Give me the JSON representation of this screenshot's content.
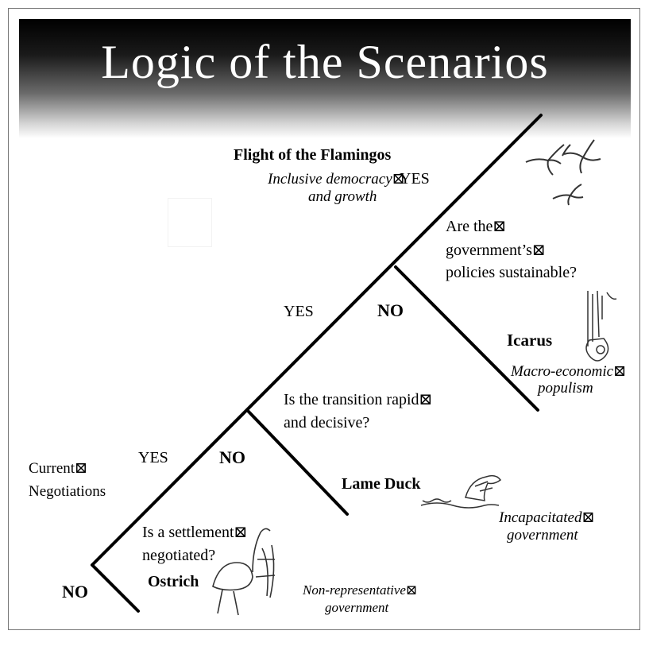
{
  "title": "Logic of the Scenarios",
  "scenarios": {
    "flamingos": {
      "name": "Flight of the Flamingos",
      "desc_line1": "Inclusive democracy⊠",
      "desc_line2": "and growth"
    },
    "icarus": {
      "name": "Icarus",
      "desc_line1": "Macro-economic⊠",
      "desc_line2": "populism"
    },
    "lame_duck": {
      "name": "Lame Duck",
      "desc_line1": "Incapacitated⊠",
      "desc_line2": "government"
    },
    "ostrich": {
      "name": "Ostrich",
      "desc_line1": "Non-representative⊠",
      "desc_line2": "government"
    }
  },
  "questions": {
    "sustainable": {
      "line1": "Are the⊠",
      "line2": "government’s⊠",
      "line3": "policies sustainable?"
    },
    "transition": {
      "line1": "Is the transition rapid⊠",
      "line2": "and decisive?"
    },
    "settlement": {
      "line1": "Is a settlement⊠",
      "line2": "negotiated?"
    }
  },
  "start": {
    "line1": "Current⊠",
    "line2": "Negotiations"
  },
  "labels": {
    "yes_top": "YES",
    "yes_mid": "YES",
    "no_mid": "NO",
    "yes_low": "YES",
    "no_low": "NO",
    "no_bottom": "NO"
  },
  "icons": [
    "flamingo-flock-icon",
    "icarus-figure-icon",
    "duck-icon",
    "ostrich-icon"
  ],
  "colors": {
    "header_top": "#000000",
    "header_bottom": "#ffffff",
    "title_text": "#ffffff",
    "lines": "#000000"
  }
}
